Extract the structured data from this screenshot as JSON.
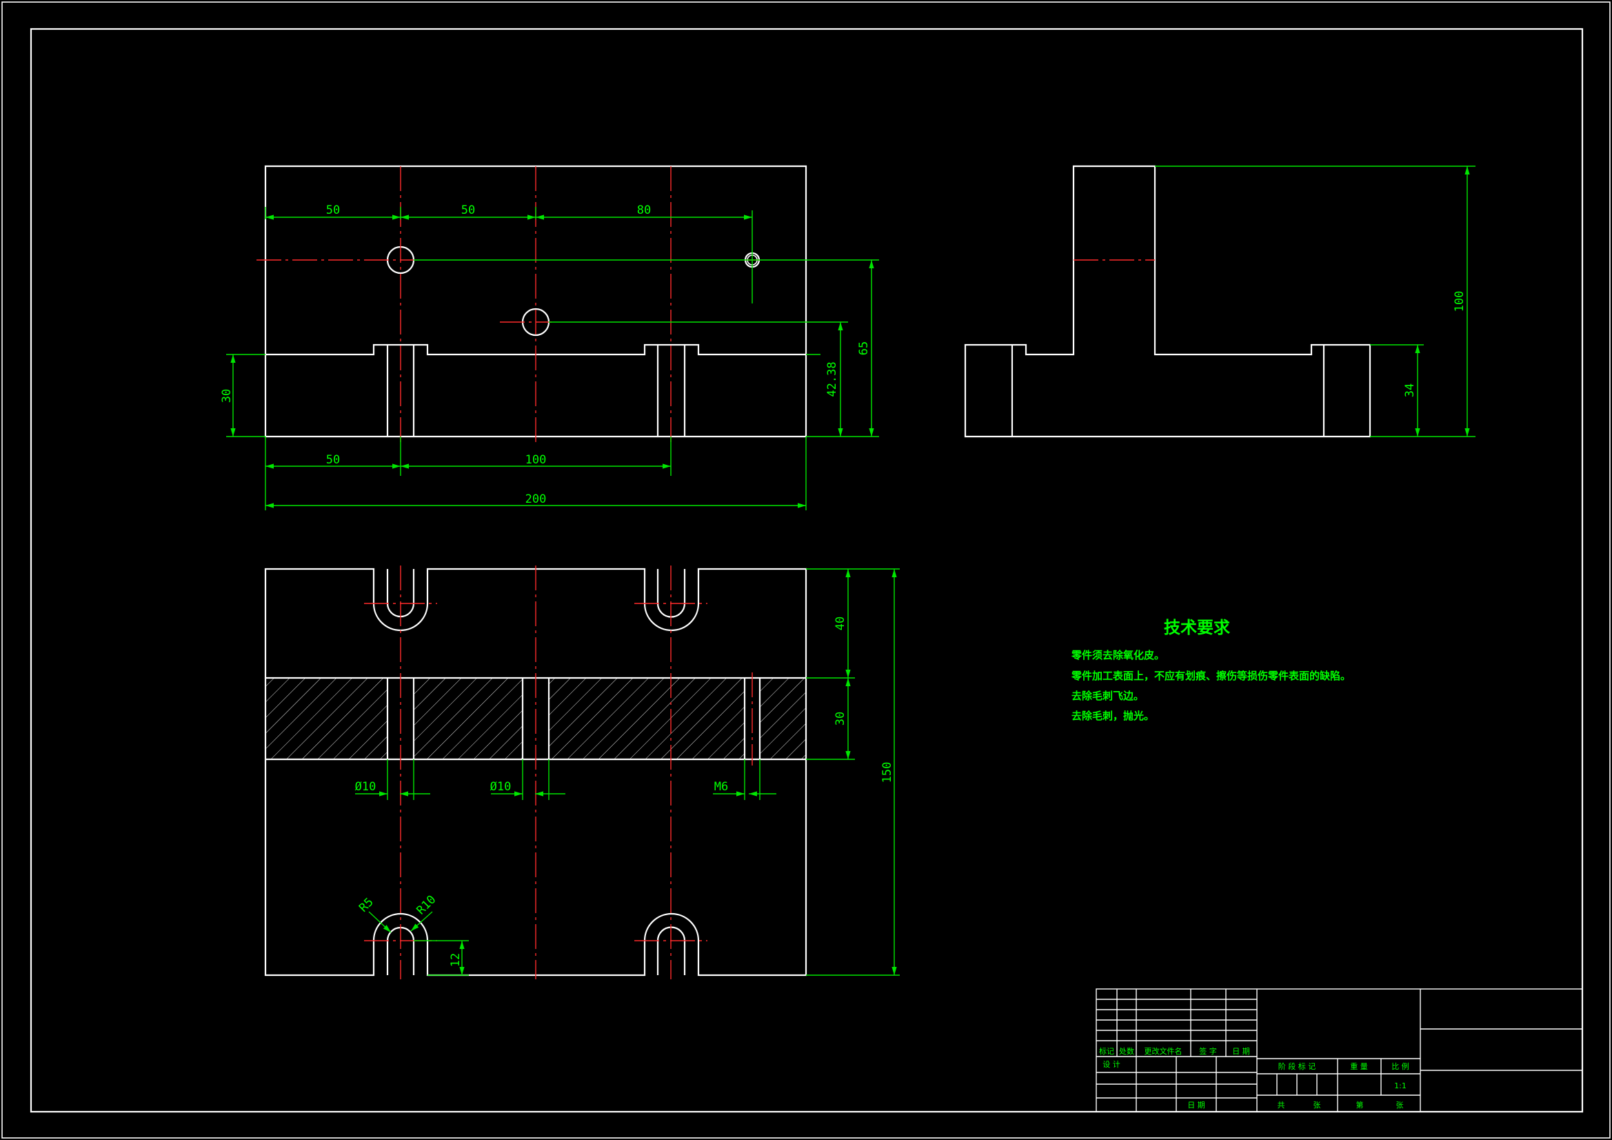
{
  "dimensions": {
    "top_50a": "50",
    "top_50b": "50",
    "top_80": "80",
    "top_65": "65",
    "top_42_38": "42.38",
    "top_30": "30",
    "top_50c": "50",
    "top_100": "100",
    "top_200": "200",
    "side_100": "100",
    "side_34": "34",
    "plan_40": "40",
    "plan_30": "30",
    "plan_150": "150",
    "plan_d10a": "Ø10",
    "plan_d10b": "Ø10",
    "plan_m6": "M6",
    "plan_r5": "R5",
    "plan_r10": "R10",
    "plan_12": "12"
  },
  "technical_requirements": {
    "title": "技术要求",
    "items": [
      "零件须去除氧化皮。",
      "零件加工表面上，不应有划痕、擦伤等损伤零件表面的缺陷。",
      "去除毛刺飞边。",
      "去除毛刺，抛光。"
    ]
  },
  "title_block": {
    "rev_headers": [
      "标记",
      "处数",
      "更改文件名",
      "签 字",
      "日 期"
    ],
    "design": "设 计",
    "date": "日 期",
    "stage_mark": "阶 段 标 记",
    "weight": "重 量",
    "scale_label": "比 例",
    "scale_value": "1:1",
    "total": "共",
    "sheets": "张",
    "sheet_no": "第",
    "sheet_unit": "张"
  },
  "colors": {
    "background": "#000000",
    "outline": "#ffffff",
    "dimension": "#00ff00",
    "centerline": "#ff2b2b"
  }
}
